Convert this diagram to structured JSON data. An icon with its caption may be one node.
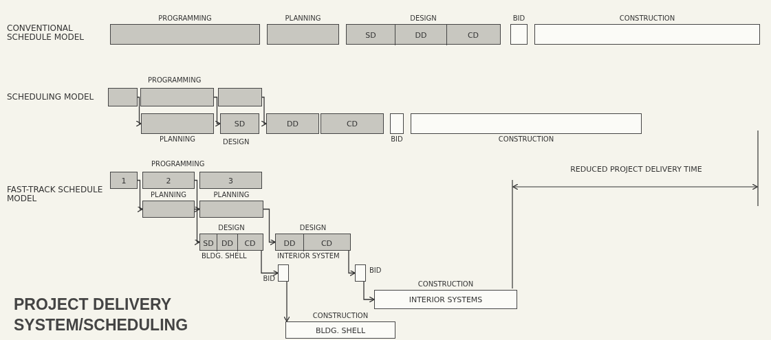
{
  "diagram": {
    "title": "PROJECT DELIVERY SYSTEM/SCHEDULING",
    "nodes": [
      {
        "text": [
          "PROGRAMMING"
        ]
      },
      {
        "text": [
          "PLANNING"
        ]
      },
      {
        "text": [
          "DESIGN"
        ]
      },
      {
        "text": [
          "SD"
        ],
        "in": 2
      },
      {
        "text": [
          "DD"
        ],
        "in": 2
      },
      {
        "text": [
          "CD"
        ],
        "in": 2
      },
      {
        "text": [
          "BID"
        ]
      },
      {
        "text": [
          "CONSTRUCTION"
        ]
      },
      {
        "text": [],
        "shape": "bar"
      },
      {
        "text": [],
        "shape": "bar"
      },
      {
        "text": [],
        "shape": "bar"
      },
      {
        "text": [
          "PLANNING"
        ]
      },
      {
        "text": [
          "SD"
        ]
      },
      {
        "text": [
          "DD"
        ]
      },
      {
        "text": [
          "CD"
        ]
      },
      {
        "text": [
          "BID"
        ]
      },
      {
        "text": [
          "CONSTRUCTION"
        ]
      },
      {
        "text": [
          "1"
        ]
      },
      {
        "text": [
          "2"
        ]
      },
      {
        "text": [
          "3"
        ]
      },
      {
        "text": [
          "PLANNING"
        ]
      },
      {
        "text": [
          "PLANNING"
        ]
      },
      {
        "text": [
          "DESIGN"
        ],
        "beside": [
          "BLDG. SHELL"
        ]
      },
      {
        "text": [
          "SD"
        ],
        "in": 22
      },
      {
        "text": [
          "DD"
        ],
        "in": 22
      },
      {
        "text": [
          "CD"
        ],
        "in": 22
      },
      {
        "text": [
          "DESIGN"
        ],
        "beside": [
          "INTERIOR SYSTEM"
        ]
      },
      {
        "text": [
          "DD"
        ],
        "in": 26
      },
      {
        "text": [
          "CD"
        ],
        "in": 26
      },
      {
        "text": [
          "BID"
        ]
      },
      {
        "text": [
          "BID"
        ]
      },
      {
        "text": [
          "CONSTRUCTION",
          "INTERIOR SYSTEMS"
        ]
      },
      {
        "text": [
          "CONSTRUCTION",
          "BLDG. SHELL"
        ]
      }
    ],
    "edges": [
      {
        "from": 8,
        "to": 11,
        "arrow": "to"
      },
      {
        "from": 9,
        "to": 12,
        "arrow": "to"
      },
      {
        "from": 10,
        "to": 13,
        "arrow": "to"
      },
      {
        "from": 17,
        "to": 20,
        "arrow": "to"
      },
      {
        "from": 18,
        "to": 21,
        "arrow": "to"
      },
      {
        "from": 20,
        "to": 22,
        "arrow": "to"
      },
      {
        "from": 21,
        "to": 26,
        "arrow": "to"
      },
      {
        "from": 22,
        "to": 29,
        "arrow": "to"
      },
      {
        "from": 26,
        "to": 30,
        "arrow": "to"
      },
      {
        "from": 29,
        "to": 32,
        "arrow": "to"
      },
      {
        "from": 30,
        "to": 31,
        "arrow": "to"
      }
    ],
    "labels": [
      "CONVENTIONAL SCHEDULE MODEL",
      "PROGRAMMING",
      "SCHEDULING MODEL",
      "DESIGN",
      "PROGRAMMING",
      "REDUCED PROJECT DELIVERY TIME",
      "FAST-TRACK SCHEDULE MODEL"
    ]
  }
}
